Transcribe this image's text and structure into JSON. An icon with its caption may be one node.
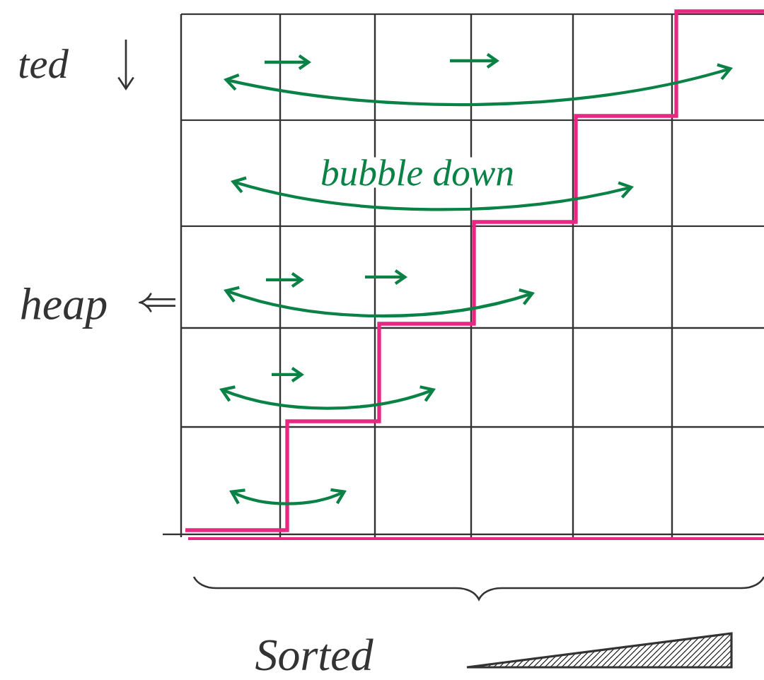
{
  "diagram": {
    "labels": [
      "ted",
      "bubble down",
      "heap",
      "Sorted"
    ]
  }
}
